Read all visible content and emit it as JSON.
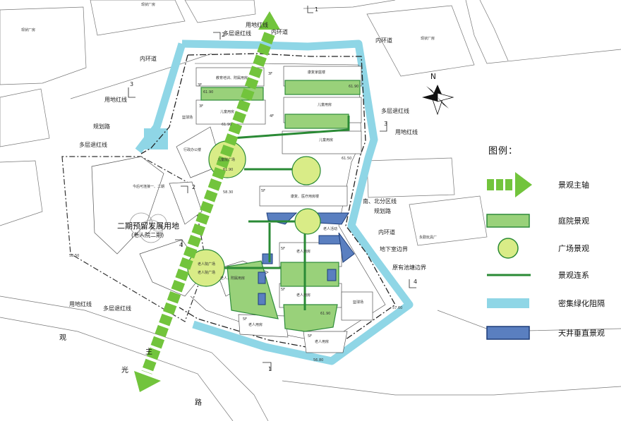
{
  "colors": {
    "buffer": "#8fd6e6",
    "courtyard": "#99d17a",
    "courtyard_stroke": "#2e8b3a",
    "plaza": "#d9ec87",
    "link": "#2a8a35",
    "atrium": "#5a7fc0",
    "atrium_stroke": "#1c3c78",
    "axis": "#72c43c"
  },
  "legend": {
    "title": "图例：",
    "items": [
      {
        "id": "axis",
        "label": "景观主轴",
        "symbol": "arrow-icon"
      },
      {
        "id": "courtyard",
        "label": "庭院景观",
        "symbol": "green-rect-icon"
      },
      {
        "id": "plaza",
        "label": "广场景观",
        "symbol": "circle-icon"
      },
      {
        "id": "link",
        "label": "景观连系",
        "symbol": "line-icon"
      },
      {
        "id": "buffer",
        "label": "密集绿化阻隔",
        "symbol": "cyan-band-icon"
      },
      {
        "id": "atrium",
        "label": "天井垂直景观",
        "symbol": "blue-rect-icon"
      }
    ]
  },
  "map": {
    "north": "N",
    "context": {
      "factory_1": "现状厂房",
      "factory_2": "现状厂房",
      "factory_3": "现状厂房",
      "factory_4": "永勤玩具厂"
    },
    "roads": {
      "inner_ring_top": "内环道",
      "inner_ring_top2": "内环道",
      "inner_ring_right": "内环道",
      "inner_ring_left": "内环道",
      "planned_road_left": "规划路",
      "planned_road_right": "规划路",
      "guang": "光",
      "guan": "观",
      "lu": "路",
      "zhu": "主"
    },
    "lines": {
      "redline_top": "用地红线",
      "setback_top": "多层退红线",
      "redline_left": "用地红线",
      "setback_left": "多层退红线",
      "setback_right": "多层退红线",
      "redline_right": "用地红线",
      "redline_bottom": "用地红线",
      "setback_bottom": "多层退红线",
      "north_south_zone": "南、北分区线",
      "basement_edge": "地下室边界",
      "pond_edge": "原有池塘边界"
    },
    "markers": {
      "m1_top": "1",
      "m2_top": "2",
      "m3_left": "3",
      "m3_right": "3",
      "m2_mid": "2",
      "m4_left": "4",
      "m4_right": "4",
      "m1_bottom": "1"
    },
    "buildings": {
      "education": "教育培训、附属用房",
      "rehab": "康复家庭楼",
      "children_1": "儿童用房",
      "children_2": "儿童用房",
      "children_3": "儿童用房",
      "admin": "行政办公楼",
      "medical": "康复、医疗用房楼",
      "elder_1": "老人用房",
      "elder_2": "老人用房",
      "elder_3": "老人用房",
      "elder_4": "老人用房",
      "elder_annex": "老人、附属用房",
      "elder_hall": "老人活动",
      "phase2_title": "二期预留发展用地",
      "phase2_sub": "(老人院二期)",
      "phase2_connect": "今后可连接一、二期",
      "court_left": "篮球场",
      "court_right": "篮球场",
      "child_plaza": "儿童院广场",
      "elder_plaza": "老人院广场",
      "elder_plaza2": "老人院广场"
    },
    "floors": {
      "f1": "3F",
      "f2": "3F",
      "f3": "3F",
      "f4": "4F",
      "f5": "5F",
      "f6": "5F",
      "f7": "5F",
      "f8": "5F",
      "f9": "5F"
    },
    "elevations": {
      "e1": "61.90",
      "e2": "61.90",
      "e3": "61.90",
      "e4": "61.90",
      "e5": "61.50",
      "e6": "58.30",
      "e7": "58.50",
      "e8": "57.60",
      "e9": "56.80",
      "e10": "61.90"
    }
  }
}
